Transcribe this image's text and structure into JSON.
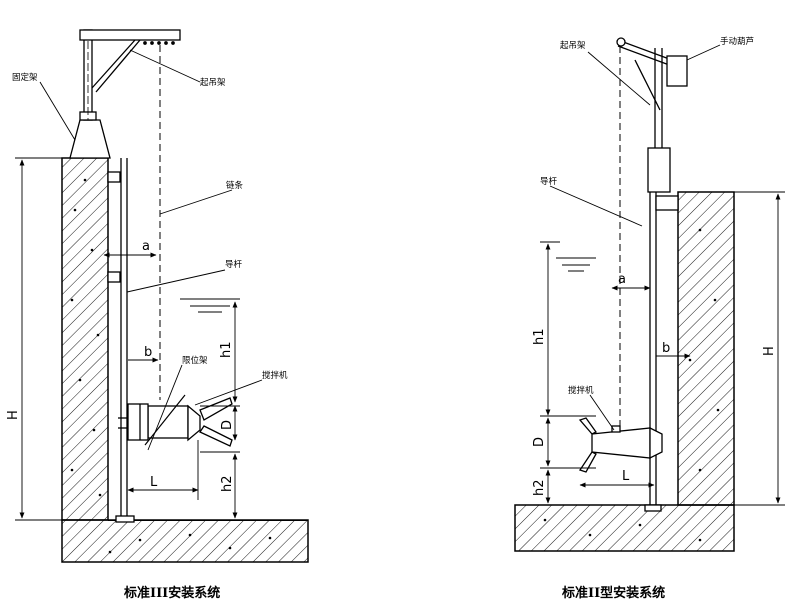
{
  "left": {
    "caption": "标准III安装系统",
    "labels": {
      "fixed_frame": "固定架",
      "lifting_frame": "起吊架",
      "chain": "链条",
      "guide_rod": "导杆",
      "positioning_frame": "限位架",
      "mixer": "搅拌机"
    },
    "dims": {
      "a": "a",
      "b": "b",
      "h1": "h1",
      "H": "H",
      "D": "D",
      "L": "L",
      "h2": "h2"
    }
  },
  "right": {
    "caption": "标准II型安装系统",
    "labels": {
      "lifting_frame": "起吊架",
      "hand_hoist": "手动葫芦",
      "guide_rod": "导杆",
      "mixer": "搅拌机"
    },
    "dims": {
      "a": "a",
      "b": "b",
      "h1": "h1",
      "H": "H",
      "D": "D",
      "L": "L",
      "h2": "h2"
    }
  }
}
